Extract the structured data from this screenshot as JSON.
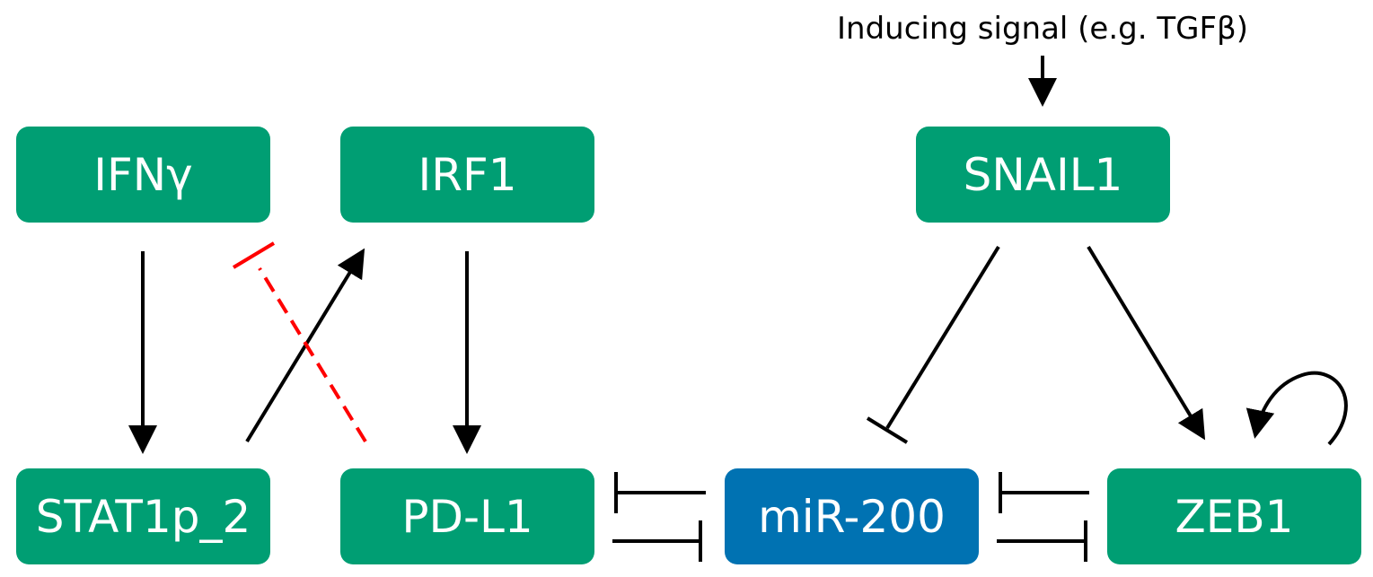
{
  "diagram": {
    "input_label": "Inducing signal (e.g. TGFβ)",
    "nodes": {
      "ifng": {
        "label": "IFNγ",
        "color": "#009E73"
      },
      "irf1": {
        "label": "IRF1",
        "color": "#009E73"
      },
      "snail1": {
        "label": "SNAIL1",
        "color": "#009E73"
      },
      "stat1p2": {
        "label": "STAT1p_2",
        "color": "#009E73"
      },
      "pdl1": {
        "label": "PD-L1",
        "color": "#009E73"
      },
      "mir200": {
        "label": "miR-200",
        "color": "#0072B2"
      },
      "zeb1": {
        "label": "ZEB1",
        "color": "#009E73"
      }
    },
    "edges": [
      {
        "from": "Inducing signal (e.g. TGFβ)",
        "to": "SNAIL1",
        "type": "activation",
        "style": "solid",
        "color": "#000000"
      },
      {
        "from": "IFNγ",
        "to": "STAT1p_2",
        "type": "activation",
        "style": "solid",
        "color": "#000000"
      },
      {
        "from": "STAT1p_2",
        "to": "IRF1",
        "type": "activation",
        "style": "solid",
        "color": "#000000"
      },
      {
        "from": "PD-L1",
        "to": "IFNγ",
        "type": "inhibition",
        "style": "dashed",
        "color": "#FF0000"
      },
      {
        "from": "IRF1",
        "to": "PD-L1",
        "type": "activation",
        "style": "solid",
        "color": "#000000"
      },
      {
        "from": "miR-200",
        "to": "PD-L1",
        "type": "inhibition",
        "style": "solid",
        "color": "#000000"
      },
      {
        "from": "PD-L1",
        "to": "miR-200",
        "type": "inhibition",
        "style": "solid",
        "color": "#000000"
      },
      {
        "from": "SNAIL1",
        "to": "miR-200",
        "type": "inhibition",
        "style": "solid",
        "color": "#000000"
      },
      {
        "from": "SNAIL1",
        "to": "ZEB1",
        "type": "activation",
        "style": "solid",
        "color": "#000000"
      },
      {
        "from": "ZEB1",
        "to": "miR-200",
        "type": "inhibition",
        "style": "solid",
        "color": "#000000"
      },
      {
        "from": "miR-200",
        "to": "ZEB1",
        "type": "inhibition",
        "style": "solid",
        "color": "#000000"
      },
      {
        "from": "ZEB1",
        "to": "ZEB1",
        "type": "activation",
        "style": "solid",
        "color": "#000000"
      }
    ]
  }
}
